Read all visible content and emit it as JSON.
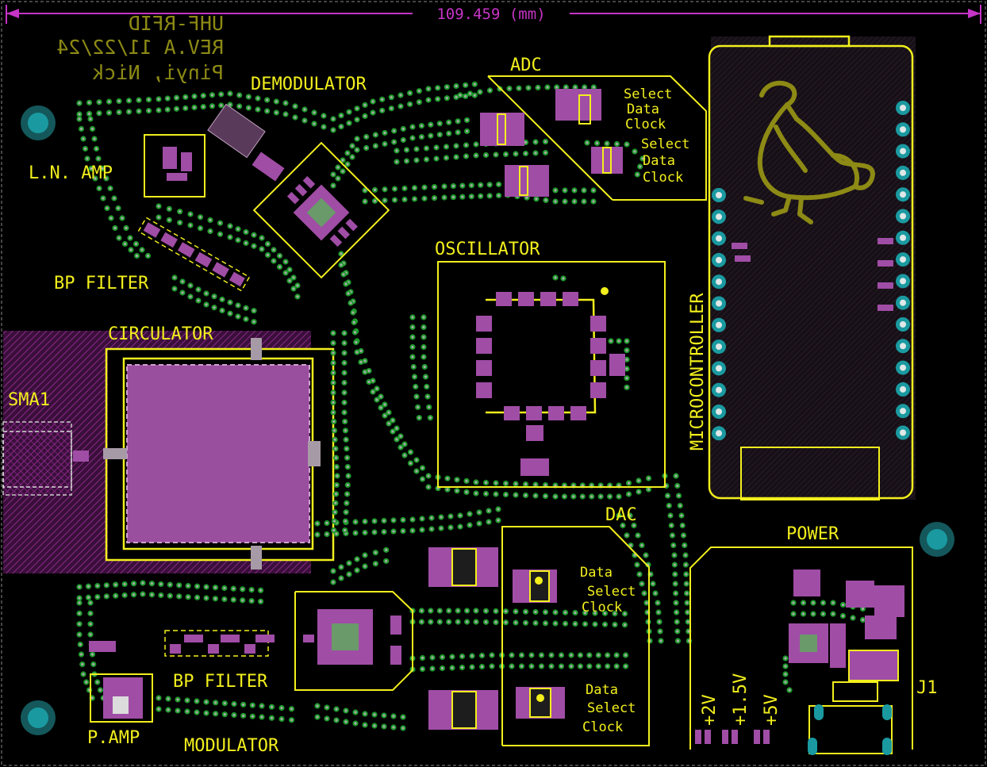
{
  "board": {
    "dimension": "109.459 (mm)",
    "title_lines": [
      "UHF-RFID",
      "REV.A 11/22/24",
      "Pinyi, Nick"
    ]
  },
  "labels": {
    "demodulator": "DEMODULATOR",
    "adc": "ADC",
    "ln_amp": "L.N. AMP",
    "bp_filter_top": "BP FILTER",
    "circulator": "CIRCULATOR",
    "sma1": "SMA1",
    "oscillator": "OSCILLATOR",
    "microcontroller": "MICROCONTROLLER",
    "dac": "DAC",
    "power": "POWER",
    "j1": "J1",
    "bp_filter_bottom": "BP FILTER",
    "p_amp": "P.AMP",
    "modulator": "MODULATOR",
    "v2": "+2V",
    "v15": "+1.5V",
    "v5": "+5V"
  },
  "pin_labels": {
    "adc1": [
      "Select",
      "Data",
      "Clock"
    ],
    "adc2": [
      "Select",
      "Data",
      "Clock"
    ],
    "dac1": [
      "Data",
      "Select",
      "Clock"
    ],
    "dac2": [
      "Data",
      "Select",
      "Clock"
    ]
  },
  "colors": {
    "background": "#000000",
    "silkscreen": "#f2ef1d",
    "pad": "#a04da6",
    "copper_hatch": "#6b1f6b",
    "via_ring": "#1c9a2a",
    "mounting_hole": "#1a9aa0",
    "dimension": "#c634c6"
  }
}
